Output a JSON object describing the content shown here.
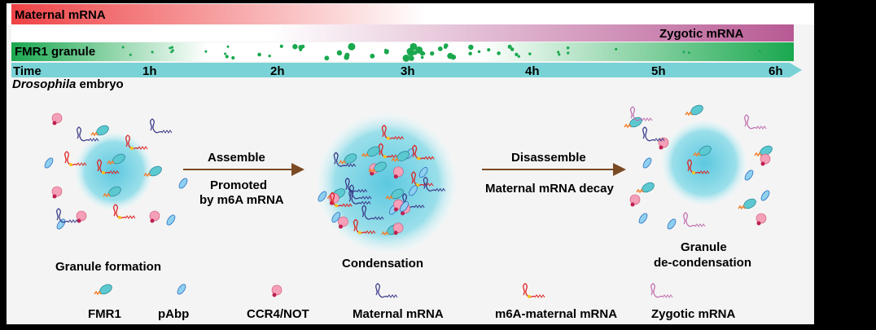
{
  "timeline": {
    "maternal_label": "Maternal mRNA",
    "zygotic_label": "Zygotic mRNA",
    "granule_label": "FMR1 granule",
    "time_label": "Time",
    "ticks": [
      "1h",
      "2h",
      "3h",
      "4h",
      "5h",
      "6h"
    ],
    "organism_italic": "Drosophila",
    "organism_rest": " embryo"
  },
  "stages": {
    "formation": "Granule formation",
    "condensation": "Condensation",
    "decondensation_1": "Granule",
    "decondensation_2": "de-condensation"
  },
  "arrows": {
    "assemble": "Assemble",
    "promoted_1": "Promoted",
    "promoted_2": "by m6A mRNA",
    "disassemble": "Disassemble",
    "decay": "Maternal mRNA decay"
  },
  "legend": [
    "FMR1",
    "pAbp",
    "CCR4/NOT",
    "Maternal mRNA",
    "m6A-maternal mRNA",
    "Zygotic mRNA"
  ],
  "colors": {
    "maternal": "#e8383d",
    "zygotic": "#b85a94",
    "granule": "#1aa84f",
    "time": "#79d3d6",
    "arrow": "#7a4a24",
    "fmr1": "#5cc8d0",
    "pabp": "#4a9fe0",
    "ccr4": "#e07090",
    "maternal_mrna": "#3a3a8a",
    "m6a": "#e02020"
  }
}
